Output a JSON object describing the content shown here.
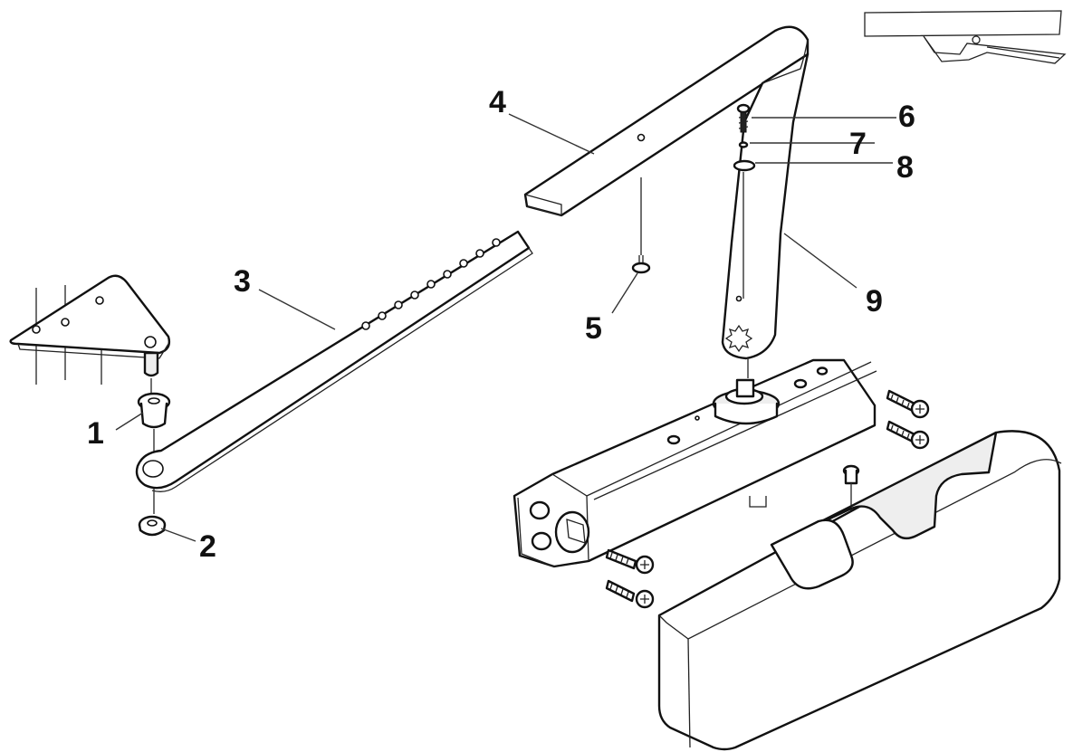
{
  "callouts": {
    "c1": "1",
    "c2": "2",
    "c3": "3",
    "c4": "4",
    "c5": "5",
    "c6": "6",
    "c7": "7",
    "c8": "8",
    "c9": "9"
  },
  "colors": {
    "line": "#111111",
    "background": "#ffffff",
    "shade": "#eeeeee"
  }
}
